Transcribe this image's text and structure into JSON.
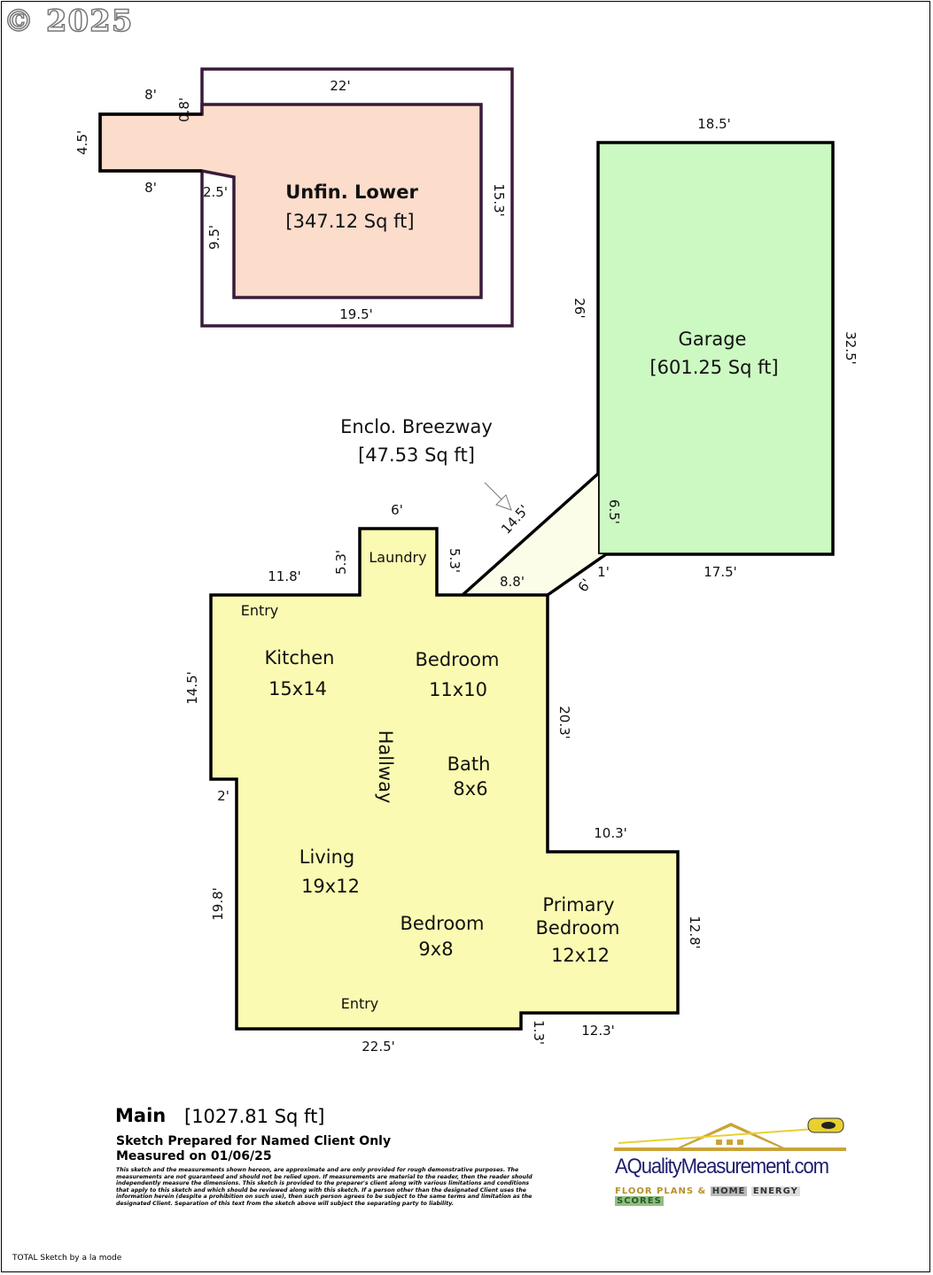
{
  "copyright": "© 2025",
  "unfinished_lower": {
    "name": "Unfin. Lower",
    "area": "[347.12 Sq ft]",
    "dims": [
      "8'",
      "0.8'",
      "22'",
      "4.5'",
      "8'",
      "2.5'",
      "15.3'",
      "9.5'",
      "19.5'"
    ]
  },
  "garage": {
    "name": "Garage",
    "area": "[601.25 Sq ft]",
    "dims": [
      "18.5'",
      "26'",
      "32.5'",
      "6.5'",
      "1'",
      "17.5'",
      "6'"
    ]
  },
  "breezeway": {
    "name": "Enclo. Breezway",
    "area": "[47.53 Sq ft]",
    "dims": [
      "14.5'",
      "8.8'"
    ]
  },
  "main_floor": {
    "dims": [
      "6'",
      "5.3'",
      "5.3'",
      "11.8'",
      "14.5'",
      "20.3'",
      "2'",
      "10.3'",
      "19.8'",
      "12.8'",
      "1.3'",
      "12.3'",
      "22.5'"
    ],
    "rooms": [
      {
        "name": "Laundry",
        "size": ""
      },
      {
        "name": "Entry",
        "size": ""
      },
      {
        "name": "Kitchen",
        "size": "15x14"
      },
      {
        "name": "Bedroom",
        "size": "11x10"
      },
      {
        "name": "Hallway",
        "size": ""
      },
      {
        "name": "Bath",
        "size": "8x6"
      },
      {
        "name": "Living",
        "size": "19x12"
      },
      {
        "name": "Bedroom",
        "size": "9x8"
      },
      {
        "name": "Primary",
        "size": "Bedroom"
      },
      {
        "name": "12x12",
        "size": ""
      },
      {
        "name": "Entry",
        "size": ""
      }
    ]
  },
  "summary": {
    "title": "Main",
    "area": "[1027.81 Sq ft]",
    "prepared": "Sketch Prepared for Named Client Only",
    "measured": "Measured on 01/06/25",
    "disclaimer": "This sketch and the measurements shown hereon, are approximate and are only provided for rough demonstrative purposes. The measurements are not guaranteed and should not be relied upon.  If measurements are material to the reader, then the reader should independently measure the dimensions.  This sketch is provided to the preparer's client along with various limitations and conditions that apply to this sketch and which should be reviewed along with this sketch.  If a person other than the designated Client uses the information herein (despite a prohibition on such use), then such person agrees to be subject to the same terms and limitation as the designated Client.  Separation of this text from the sketch above will subject the separating party to liability."
  },
  "logo": {
    "name": "AQualityMeasurement.com",
    "sub": "FLOOR PLANS &",
    "home": "HOME",
    "energy": "ENERGY",
    "scores": "SCORES"
  },
  "footer": "TOTAL Sketch by a la mode",
  "colors": {
    "lower": "#fcdccb",
    "garage": "#ccf9c2",
    "main": "#fafab2",
    "breezeway": "#fcfde9",
    "lower_outline": "#3a1a3a"
  }
}
